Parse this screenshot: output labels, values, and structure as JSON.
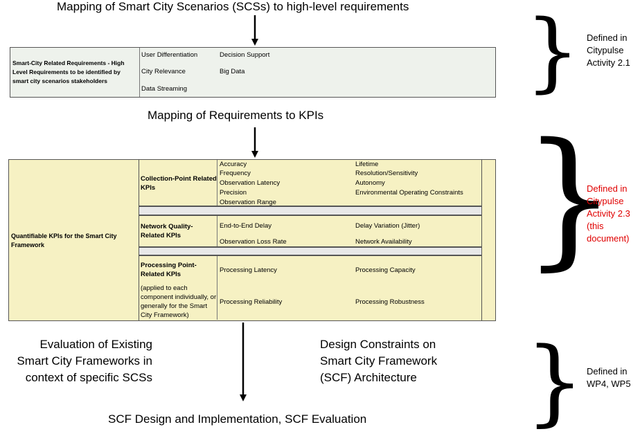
{
  "top_heading": "Mapping of Smart City Scenarios (SCSs) to high-level requirements",
  "requirements_box": {
    "label": "Smart-City Related Requirements - High Level Requirements to be identified by smart city scenarios stakeholders",
    "items": [
      "User Differentiation",
      "Decision Support",
      "City Relevance",
      "Big Data",
      "Data Streaming"
    ]
  },
  "kpi_heading": "Mapping of Requirements to KPIs",
  "kpi_box": {
    "label": "Quantifiable KPIs for the Smart City Framework",
    "collection": {
      "title": "Collection-Point Related KPIs",
      "col1": [
        "Accuracy",
        "Frequency",
        "Observation Latency",
        "Precision",
        "Observation Range"
      ],
      "col2": [
        "Lifetime",
        "Resolution/Sensitivity",
        "Autonomy",
        "Environmental Operating Constraints"
      ]
    },
    "network": {
      "title": "Network Quality-Related KPIs",
      "items": [
        "End-to-End Delay",
        "Delay Variation (Jitter)",
        "Observation Loss Rate",
        "Network Availability"
      ]
    },
    "processing": {
      "title": "Processing Point-Related KPIs",
      "note": "(applied to each component individually, or generally for the Smart City Framework)",
      "items": [
        "Processing Latency",
        "Processing Capacity",
        "Processing Reliability",
        "Processing Robustness"
      ]
    }
  },
  "evaluation_text": "Evaluation of Existing Smart City Frameworks in context of specific SCSs",
  "design_text": "Design Constraints on Smart City Framework (SCF) Architecture",
  "bottom_heading": "SCF Design and Implementation, SCF Evaluation",
  "side_notes": [
    {
      "text": "Defined in Citypulse Activity 2.1",
      "color": "#000000"
    },
    {
      "text": "Defined in Citypulse Activity 2.3 (this document)",
      "color": "#e00000"
    },
    {
      "text": "Defined in WP4, WP5",
      "color": "#000000"
    }
  ]
}
